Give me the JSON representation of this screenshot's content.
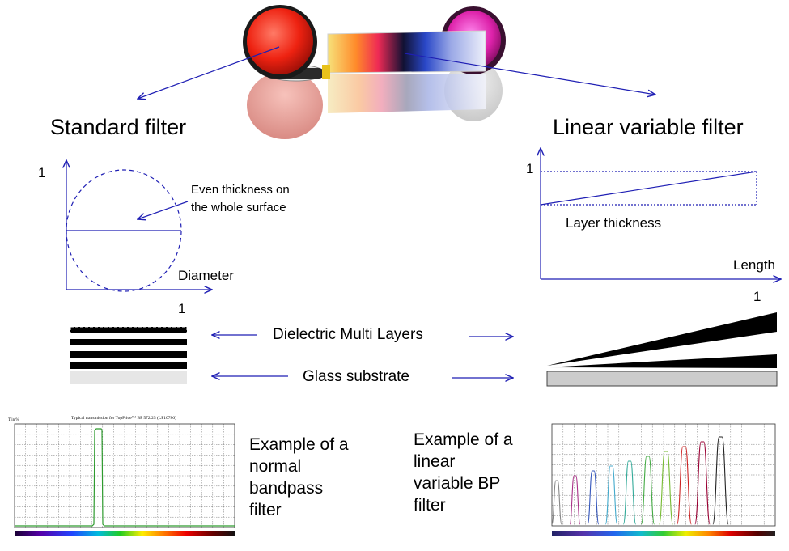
{
  "titles": {
    "standard": "Standard filter",
    "linear": "Linear variable filter"
  },
  "standard_diagram": {
    "y_unit": "1",
    "x_unit": "1",
    "annotation_line1": "Even thickness on",
    "annotation_line2": "the whole surface",
    "axis_label": "Diameter"
  },
  "linear_diagram": {
    "y_unit": "1",
    "x_unit": "1",
    "layer_label": "Layer thickness",
    "axis_label": "Length"
  },
  "layers": {
    "dielectric": "Dielectric Multi Layers",
    "glass": "Glass substrate"
  },
  "examples": {
    "normal_lines": [
      "Example of a",
      "normal",
      "bandpass",
      "filter"
    ],
    "linear_lines": [
      "Example of a",
      "linear",
      "variable BP",
      "filter"
    ]
  },
  "spectrum_plot_normal": {
    "header": "Typical transmission for TopPride™ BP 572/25  (LF10786)",
    "y_axis_unit": "T in %"
  },
  "colors": {
    "diagram_blue": "#1f1fb4",
    "normal_peak": "#2e9b2e",
    "linear_peaks": [
      "#888888",
      "#aa3388",
      "#3355bb",
      "#44aacc",
      "#33aa99",
      "#44aa44",
      "#77bb33",
      "#cc2222",
      "#990033",
      "#222222"
    ]
  }
}
